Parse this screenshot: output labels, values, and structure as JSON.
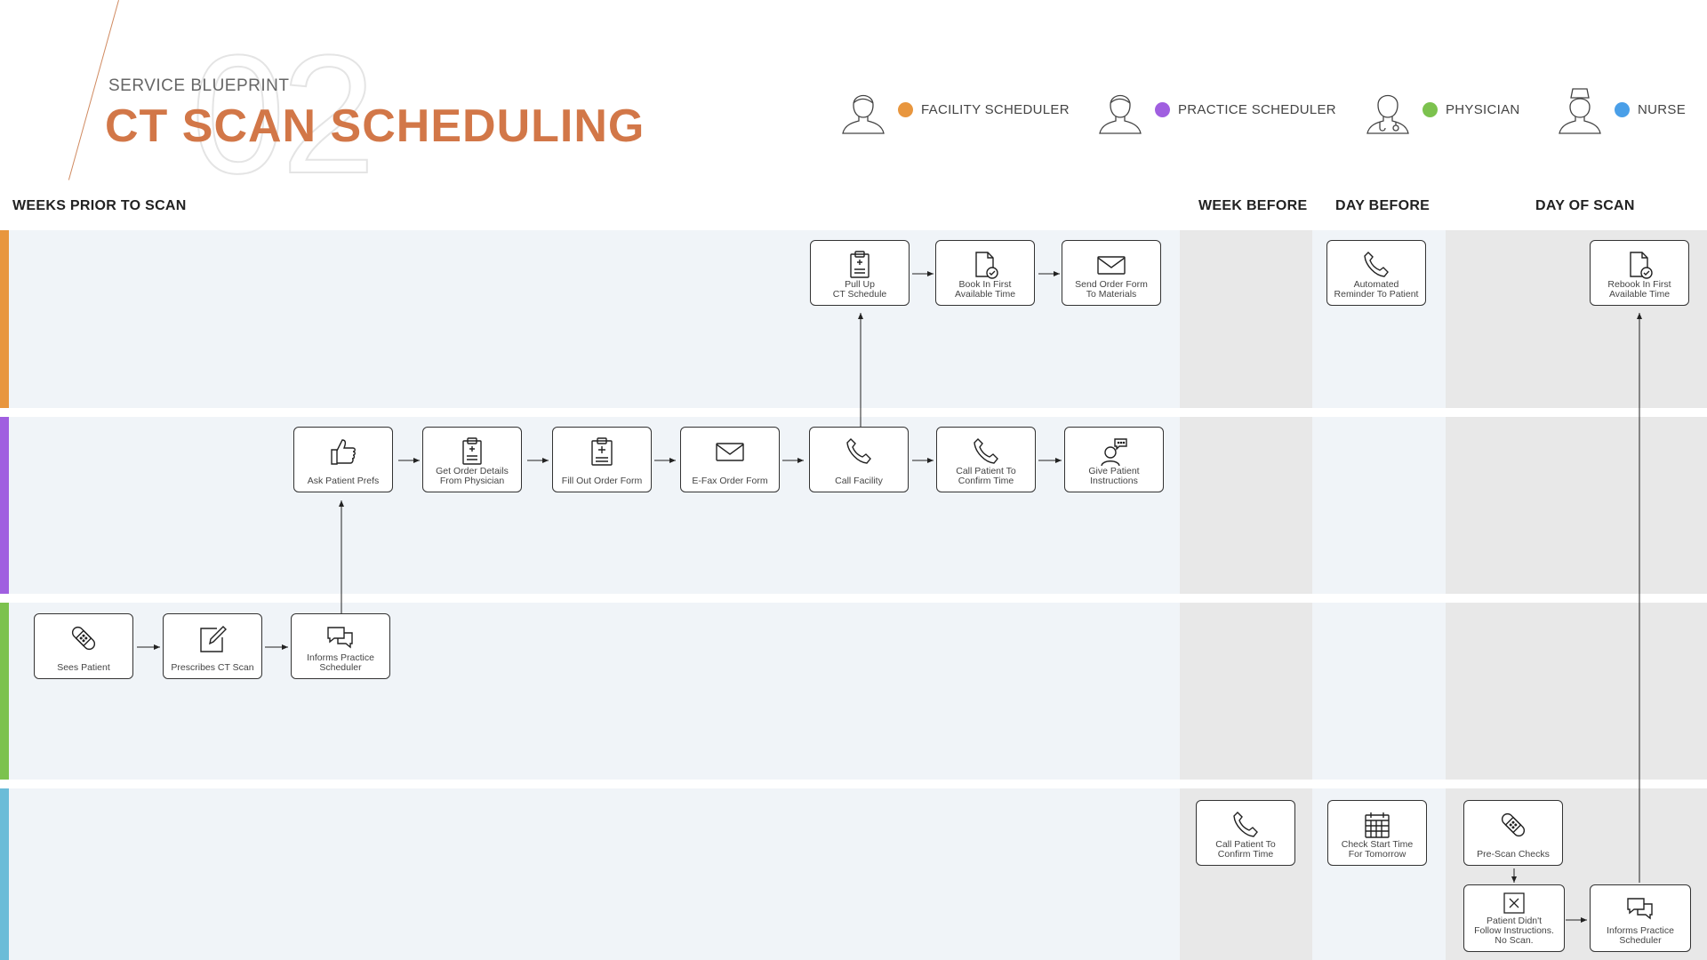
{
  "header": {
    "number": "02",
    "subtitle": "SERVICE BLUEPRINT",
    "title": "CT SCAN SCHEDULING"
  },
  "legend": [
    {
      "label": "FACILITY SCHEDULER",
      "color": "#e8963e",
      "icon": "person-icon"
    },
    {
      "label": "PRACTICE SCHEDULER",
      "color": "#a05fe0",
      "icon": "person-icon"
    },
    {
      "label": "PHYSICIAN",
      "color": "#7cc24e",
      "icon": "doctor-icon"
    },
    {
      "label": "NURSE",
      "color": "#4a9fe8",
      "icon": "nurse-icon"
    }
  ],
  "phases": {
    "weeks_prior": "WEEKS PRIOR TO SCAN",
    "week_before": "WEEK BEFORE",
    "day_before": "DAY BEFORE",
    "day_of": "DAY OF SCAN"
  },
  "lanes": [
    {
      "role": "facility-scheduler",
      "color": "#e8963e"
    },
    {
      "role": "practice-scheduler",
      "color": "#a05fe0"
    },
    {
      "role": "physician",
      "color": "#7cc24e"
    },
    {
      "role": "nurse",
      "color": "#6bbcd8"
    }
  ],
  "steps": {
    "pull_up": {
      "text": "Pull Up\nCT Schedule",
      "icon": "clipboard-icon"
    },
    "book_first": {
      "text": "Book In First\nAvailable Time",
      "icon": "document-check-icon"
    },
    "send_order": {
      "text": "Send Order Form\nTo Materials",
      "icon": "envelope-icon"
    },
    "auto_reminder": {
      "text": "Automated\nReminder To Patient",
      "icon": "phone-icon"
    },
    "rebook": {
      "text": "Rebook In First\nAvailable Time",
      "icon": "document-check-icon"
    },
    "ask_prefs": {
      "text": "Ask Patient Prefs",
      "icon": "thumbs-up-icon"
    },
    "get_order": {
      "text": "Get Order Details\nFrom Physician",
      "icon": "clipboard-icon"
    },
    "fill_out": {
      "text": "Fill Out Order Form",
      "icon": "clipboard-icon"
    },
    "efax": {
      "text": "E-Fax Order Form",
      "icon": "envelope-icon"
    },
    "call_facility": {
      "text": "Call Facility",
      "icon": "phone-icon"
    },
    "call_confirm_ps": {
      "text": "Call Patient To\nConfirm Time",
      "icon": "phone-icon"
    },
    "give_instructions": {
      "text": "Give Patient\nInstructions",
      "icon": "person-speech-icon"
    },
    "sees_patient": {
      "text": "Sees Patient",
      "icon": "bandage-icon"
    },
    "prescribes": {
      "text": "Prescribes CT Scan",
      "icon": "edit-icon"
    },
    "informs_ps_phys": {
      "text": "Informs Practice\nScheduler",
      "icon": "chat-icon"
    },
    "call_confirm_n": {
      "text": "Call Patient To\nConfirm Time",
      "icon": "phone-icon"
    },
    "check_start": {
      "text": "Check Start Time\nFor Tomorrow",
      "icon": "calendar-icon"
    },
    "prescan": {
      "text": "Pre-Scan Checks",
      "icon": "bandage-icon"
    },
    "didnt_follow": {
      "text": "Patient Didn't\nFollow Instructions.\nNo Scan.",
      "icon": "x-box-icon"
    },
    "informs_ps_nurse": {
      "text": "Informs Practice\nScheduler",
      "icon": "chat-icon"
    }
  }
}
